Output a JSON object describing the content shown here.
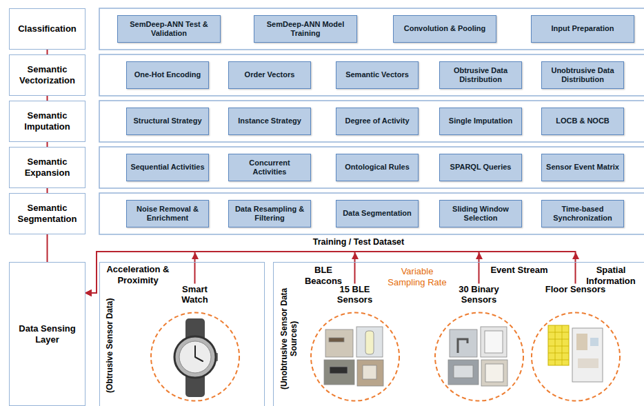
{
  "diagram": {
    "nodes": [
      {
        "text": [
          "Classification"
        ]
      },
      {
        "text": [
          "SemDeep-ANN Test & Validation"
        ]
      },
      {
        "text": [
          "SemDeep-ANN Model Training"
        ]
      },
      {
        "text": [
          "Convolution & Pooling"
        ]
      },
      {
        "text": [
          "Input Preparation"
        ]
      },
      {
        "text": [
          "Semantic Vectorization"
        ]
      },
      {
        "text": [
          "One-Hot Encoding"
        ]
      },
      {
        "text": [
          "Order Vectors"
        ]
      },
      {
        "text": [
          "Semantic Vectors"
        ]
      },
      {
        "text": [
          "Obtrusive Data Distribution"
        ]
      },
      {
        "text": [
          "Unobtrusive Data Distribution"
        ]
      },
      {
        "text": [
          "Semantic Imputation"
        ]
      },
      {
        "text": [
          "Structural Strategy"
        ]
      },
      {
        "text": [
          "Instance Strategy"
        ]
      },
      {
        "text": [
          "Degree of Activity"
        ]
      },
      {
        "text": [
          "Single Imputation"
        ]
      },
      {
        "text": [
          "LOCB & NOCB"
        ]
      },
      {
        "text": [
          "Semantic Expansion"
        ]
      },
      {
        "text": [
          "Sequential Activities"
        ]
      },
      {
        "text": [
          "Concurrent Activities"
        ]
      },
      {
        "text": [
          "Ontological Rules"
        ]
      },
      {
        "text": [
          "SPARQL Queries"
        ]
      },
      {
        "text": [
          "Sensor Event Matrix"
        ]
      },
      {
        "text": [
          "Semantic Segmentation"
        ]
      },
      {
        "text": [
          "Noise Removal & Enrichment"
        ]
      },
      {
        "text": [
          "Data Resampling & Filtering"
        ]
      },
      {
        "text": [
          "Data Segmentation"
        ]
      },
      {
        "text": [
          "Sliding Window Selection"
        ]
      },
      {
        "text": [
          "Time-based Synchronization"
        ]
      },
      {
        "text": [
          "Data Sensing Layer"
        ]
      },
      {
        "text": [
          "(Obtrusive Sensor Data)"
        ]
      },
      {
        "text": [
          "Smart Watch"
        ],
        "in": 30
      },
      {
        "text": [
          "(Unobtrusive Sensor Data Sources)"
        ]
      },
      {
        "text": [
          "15 BLE Sensors"
        ],
        "in": 32
      },
      {
        "text": [
          "30 Binary Sensors"
        ],
        "in": 32
      },
      {
        "text": [
          "Floor Sensors"
        ],
        "in": 32
      }
    ],
    "edges": [
      {
        "from": 0,
        "to": 5,
        "arrow": "none"
      },
      {
        "from": 5,
        "to": 11,
        "arrow": "none"
      },
      {
        "from": 11,
        "to": 17,
        "arrow": "none"
      },
      {
        "from": 17,
        "to": 23,
        "arrow": "none"
      },
      {
        "from": 23,
        "to": 29,
        "arrow": "none"
      },
      {
        "from": 31,
        "to": 29,
        "arrow": "to"
      },
      {
        "from": 33,
        "to": 29,
        "arrow": "to"
      },
      {
        "from": 34,
        "to": 29,
        "arrow": "to"
      },
      {
        "from": 35,
        "to": 29,
        "arrow": "to"
      }
    ],
    "labels": [
      "Training / Test Dataset",
      "Acceleration & Proximity",
      "BLE Beacons",
      "Variable Sampling Rate",
      "Event Stream",
      "Spatial Information"
    ]
  }
}
